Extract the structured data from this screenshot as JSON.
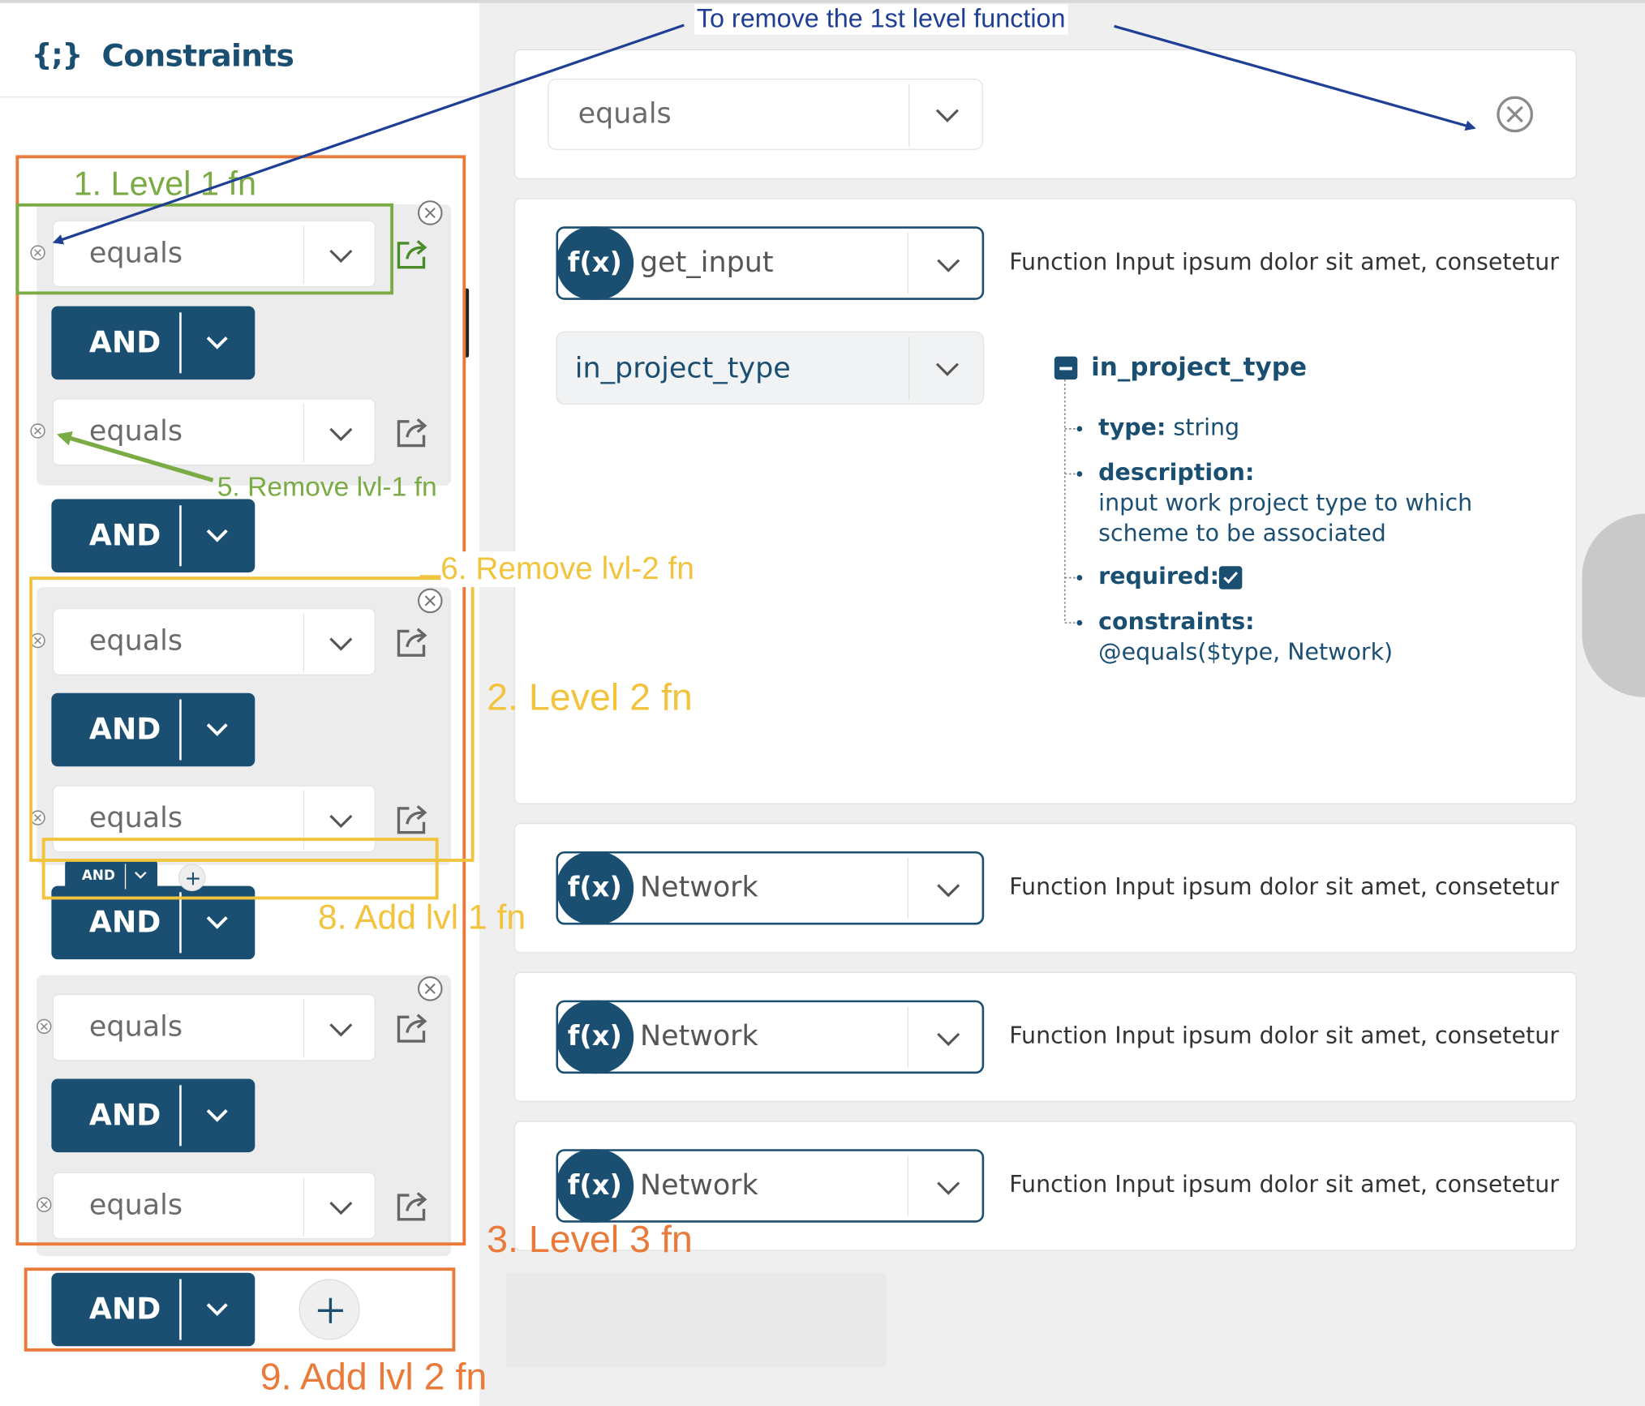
{
  "sidebar": {
    "brace_icon": "{;}",
    "title": "Constraints",
    "rows": [
      {
        "select": "equals"
      },
      {
        "and": "AND"
      },
      {
        "select": "equals"
      },
      {
        "and": "AND"
      },
      {
        "select": "equals"
      },
      {
        "and": "AND"
      },
      {
        "select": "equals"
      },
      {
        "and": "AND"
      },
      {
        "select": "equals"
      },
      {
        "and": "AND"
      },
      {
        "select": "equals"
      }
    ],
    "mini_and": "AND",
    "footer_and": "AND"
  },
  "main": {
    "top_select": "equals",
    "fn1": {
      "fx": "f(x)",
      "select": "get_input",
      "desc": "Function Input  ipsum dolor sit amet, consetetur",
      "param_select": "in_project_type",
      "tree": {
        "name": "in_project_type",
        "type_label": "type:",
        "type_value": "string",
        "desc_label": "description:",
        "desc_line1": "input work project type to which",
        "desc_line2": "scheme to be associated",
        "required_label": "required:",
        "required": true,
        "constraints_label": "constraints:",
        "constraints_value": "@equals($type, Network)"
      }
    },
    "fn_rows": [
      {
        "fx": "f(x)",
        "select": "Network",
        "desc": "Function Input  ipsum dolor sit amet, consetetur"
      },
      {
        "fx": "f(x)",
        "select": "Network",
        "desc": "Function Input  ipsum dolor sit amet, consetetur"
      },
      {
        "fx": "f(x)",
        "select": "Network",
        "desc": "Function Input  ipsum dolor sit amet, consetetur"
      }
    ]
  },
  "annotations": {
    "remove_1st_level": "To remove the 1st level function",
    "level1": "1. Level 1 fn",
    "level2": "2. Level 2 fn",
    "level3": "3. Level 3 fn",
    "remove_lvl1": "5. Remove lvl-1 fn",
    "remove_lvl2": "6. Remove lvl-2 fn",
    "add_lvl1": "8. Add lvl 1 fn",
    "add_lvl2": "9. Add lvl 2 fn"
  },
  "colors": {
    "primary": "#1b4f72",
    "annot_blue": "#1f3f95",
    "annot_green": "#7aab45",
    "annot_yellow": "#f2c43e",
    "annot_orange": "#ea7a3a"
  }
}
